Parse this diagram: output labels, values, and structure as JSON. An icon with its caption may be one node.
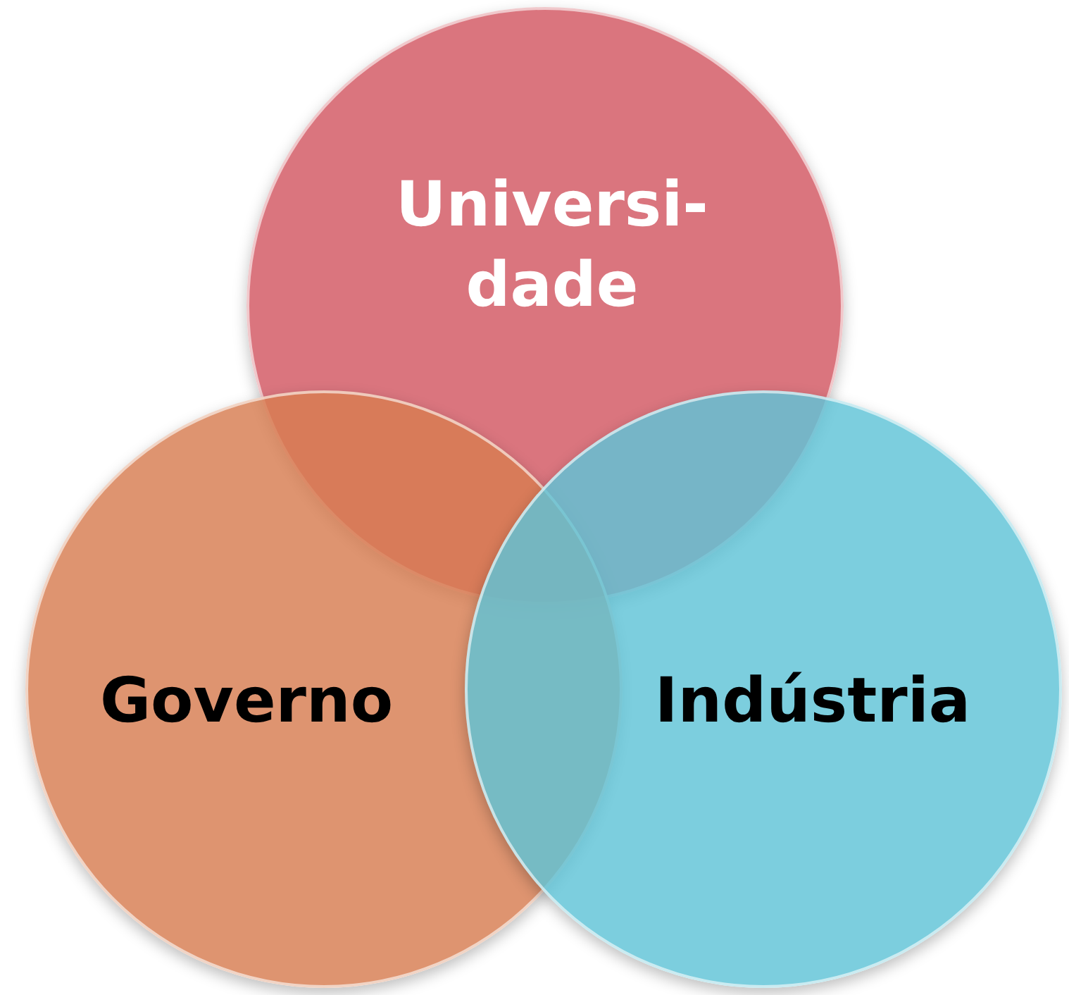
{
  "diagram": {
    "nodes": [
      {
        "text": [
          "Universi- dade"
        ]
      },
      {
        "text": [
          "Governo"
        ]
      },
      {
        "text": [
          "Indústria"
        ]
      }
    ]
  }
}
